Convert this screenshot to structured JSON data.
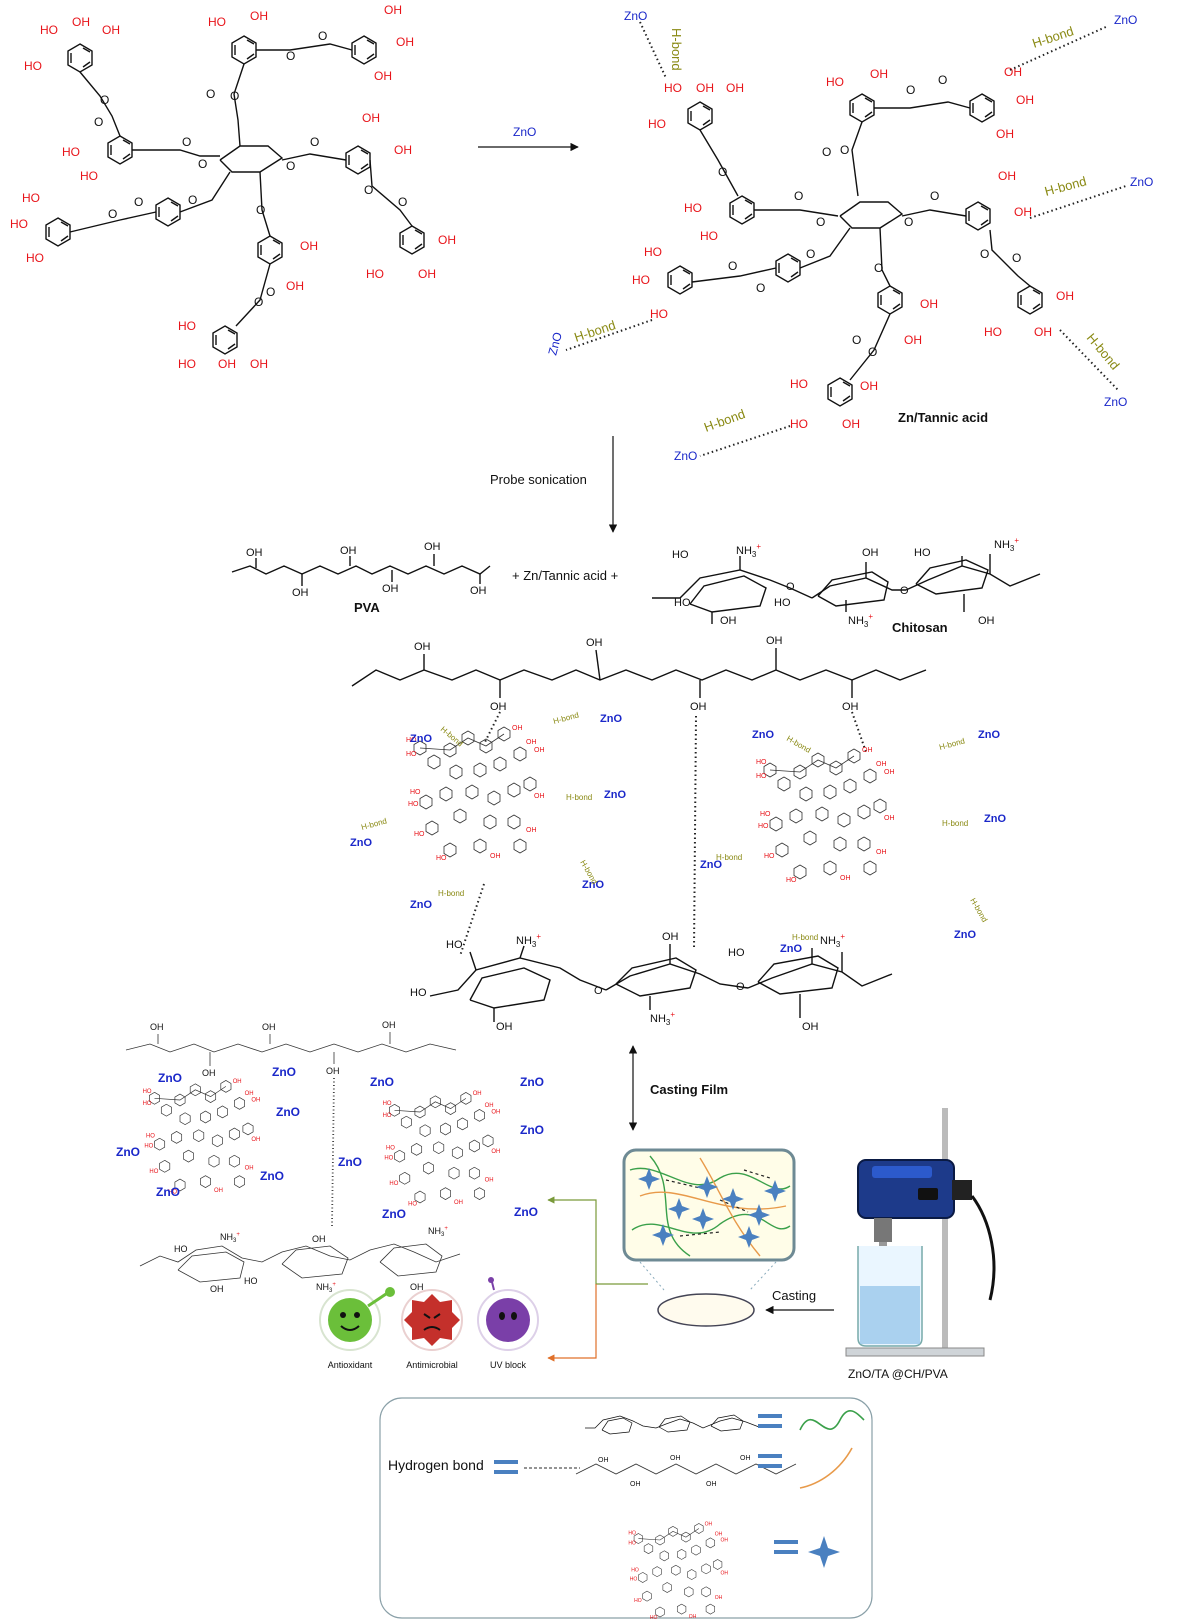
{
  "reagents": {
    "zno_arrow_label": "ZnO",
    "hbond": "H-bond",
    "zno": "ZnO",
    "oh": "OH",
    "ho": "HO"
  },
  "products": {
    "zn_tannic": "Zn/Tannic acid",
    "pva": "PVA",
    "chitosan": "Chitosan",
    "plus_mid": "+ Zn/Tannic acid +",
    "nh3": "NH",
    "nh3_sub": "3",
    "nh3_sup": "+"
  },
  "steps": {
    "probe_sonication": "Probe sonication",
    "casting_film": "Casting Film",
    "casting": "Casting",
    "final_label": "ZnO/TA @CH/PVA"
  },
  "properties": [
    {
      "label": "Antioxidant",
      "color": "#6bbf3a"
    },
    {
      "label": "Antimicrobial",
      "color": "#c4302b"
    },
    {
      "label": "UV block",
      "color": "#7a3fa8"
    }
  ],
  "legend": {
    "hydrogen_bond": "Hydrogen bond"
  },
  "colors": {
    "chitosan_line": "#3aa04a",
    "pva_line": "#e89a4a",
    "star": "#4a80c0",
    "arrow_green": "#7a9a3a",
    "arrow_orange": "#e0702a"
  }
}
